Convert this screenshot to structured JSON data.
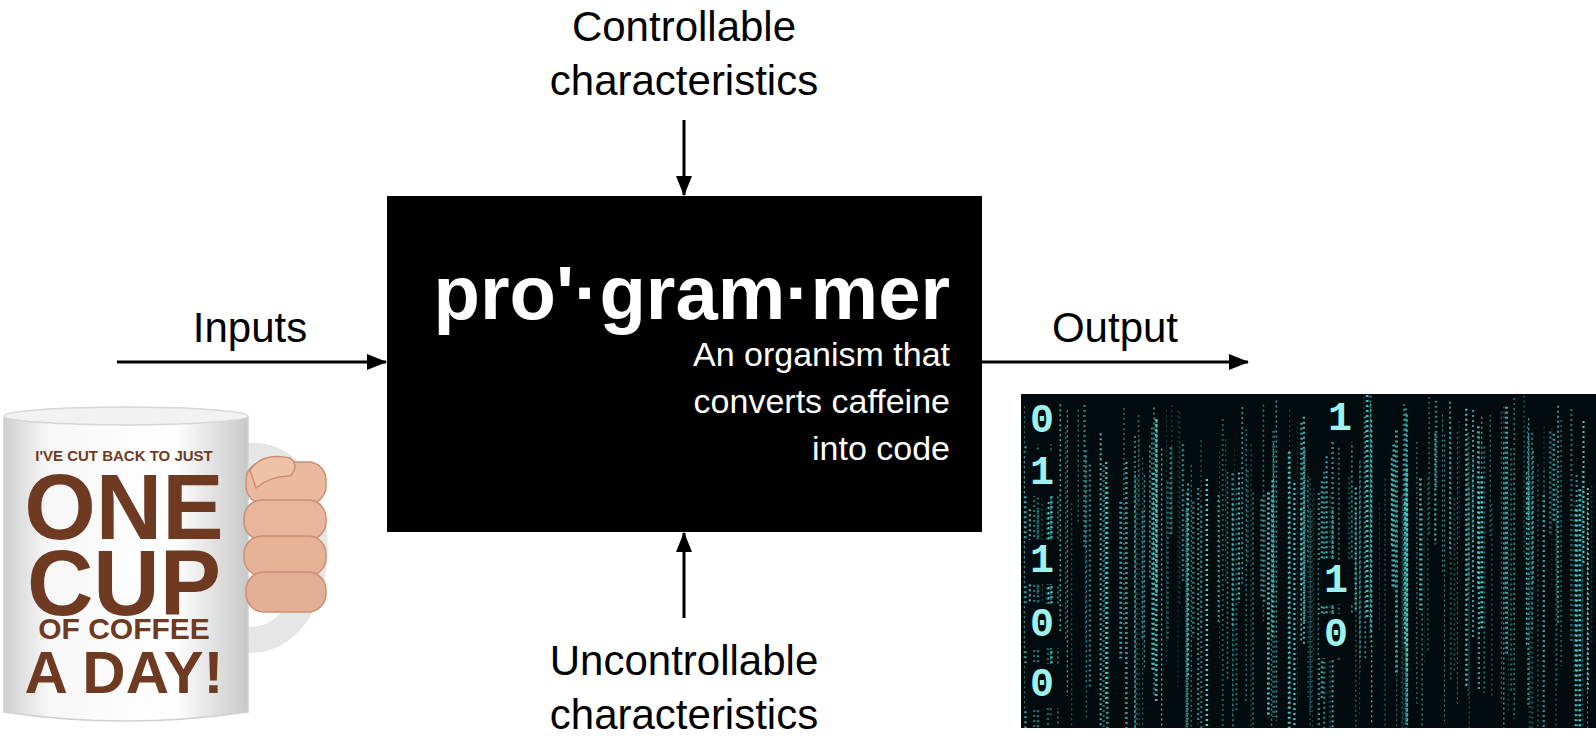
{
  "diagram": {
    "nodes": [
      {
        "text": [
          "pro'·gram·mer",
          "An organism that converts caffeine into code"
        ]
      }
    ],
    "labels": [
      "Controllable characteristics",
      "Inputs",
      "Output",
      "Uncontrollable characteristics",
      "I'VE CUT BACK TO JUST",
      "ONE",
      "CUP",
      "OF COFFEE",
      "A DAY!",
      "0",
      "1",
      "1",
      "0",
      "0",
      "1",
      "1",
      "0"
    ]
  }
}
